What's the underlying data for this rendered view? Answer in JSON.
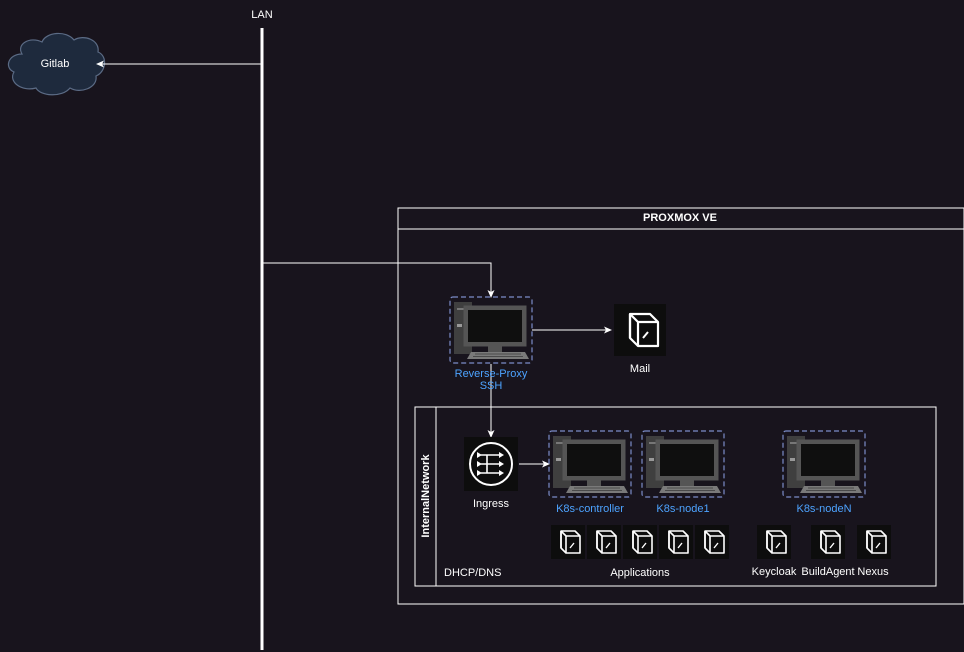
{
  "lan": {
    "label": "LAN"
  },
  "gitlab": {
    "label": "Gitlab"
  },
  "proxmox": {
    "title": "PROXMOX VE"
  },
  "reverse_proxy": {
    "line1": "Reverse-Proxy",
    "line2": "SSH"
  },
  "mail": {
    "label": "Mail"
  },
  "internal_network": {
    "title": "InternalNetwork",
    "dhcp_label": "DHCP/DNS"
  },
  "ingress": {
    "label": "Ingress"
  },
  "k8s_controller": {
    "label": "K8s-controller"
  },
  "k8s_node1": {
    "label": "K8s-node1"
  },
  "k8s_nodeN": {
    "label": "K8s-nodeN"
  },
  "applications": {
    "label": "Applications"
  },
  "keycloak": {
    "label": "Keycloak"
  },
  "buildagent": {
    "label": "BuildAgent"
  },
  "nexus": {
    "label": "Nexus"
  },
  "colors": {
    "background": "#18141d",
    "line": "#ffffff",
    "node_label": "#4da3ff",
    "node_border": "#7b8cc9",
    "cloud_fill": "#1e2a3d"
  }
}
